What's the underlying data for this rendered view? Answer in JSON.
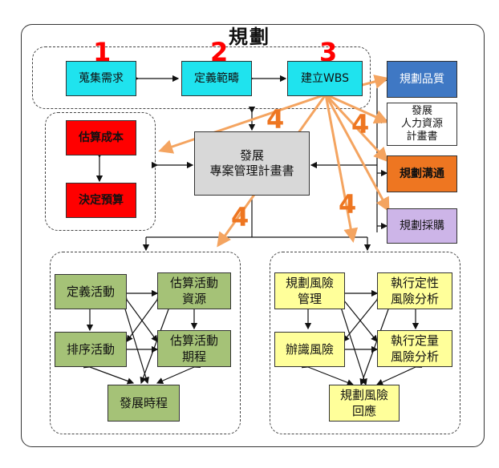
{
  "title": "規劃",
  "numbers": {
    "n1": "1",
    "n2": "2",
    "n3": "3",
    "n4a": "4",
    "n4b": "4",
    "n4c": "4",
    "n4d": "4"
  },
  "colors": {
    "accent_red": "#ff0000",
    "arrow_orange": "#f4a460",
    "cyan": "#1fe3ee",
    "blue": "#3f78c4",
    "green": "#a5c277",
    "yellow": "#ffff9a"
  },
  "boxes": {
    "collect": "蒐集需求",
    "scope": "定義範疇",
    "wbs": "建立WBS",
    "quality": "規劃品質",
    "hr": "發展\n人力資源\n計畫書",
    "comm": "規劃溝通",
    "procure": "規劃採購",
    "cost": "估算成本",
    "budget": "決定預算",
    "pmp": "發展\n專案管理計畫書",
    "define_act": "定義活動",
    "est_res": "估算活動\n資源",
    "seq_act": "排序活動",
    "est_dur": "估算活動\n期程",
    "schedule": "發展時程",
    "risk_plan": "規劃風險\n管理",
    "qual_risk": "執行定性\n風險分析",
    "id_risk": "辦識風險",
    "quant_risk": "執行定量\n風險分析",
    "risk_resp": "規劃風險\n回應"
  }
}
